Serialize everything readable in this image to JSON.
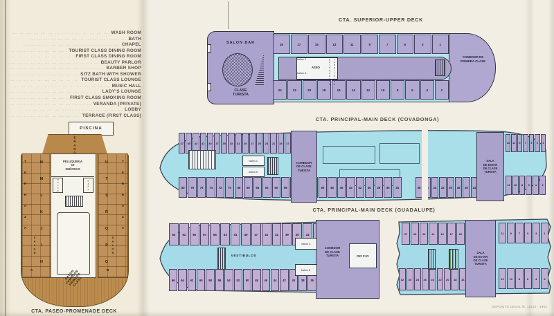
{
  "colors": {
    "cyan": "#aadfe9",
    "cabin_purple": "#b3a9d1",
    "band_purple": "#aba2cc",
    "deck_brown": "#bc8c4f",
    "paper": "#f2eee3",
    "paper_left": "#f0ebda",
    "ink": "#39404e"
  },
  "legend": {
    "items": [
      "WASH ROOM",
      "BATH",
      "CHAPEL",
      "TOURIST CLASS DINING ROOM",
      "FIRST CLASS DINING ROOM",
      "BEAUTY PARLOR",
      "BARBER SHOP",
      "SITZ BATH WITH SHOWER",
      "TOURIST CLASS LOUNGE",
      "MUSIC HALL",
      "LADY'S LOUNGE",
      "FIRST CLASS SMOKING ROOM",
      "VERANDA (PRIVATE)",
      "LOBBY",
      "TERRACE (FIRST CLASS)"
    ]
  },
  "promenade": {
    "caption": "CTA. PASEO-PROMENADE DECK",
    "piscina": "PISCINA",
    "veranda": "VERANDA",
    "peluqueria": "PELUQUERIA\n19\nSEÑORAS",
    "ducha": "ducha",
    "bano": "baño",
    "terraza": "TERRAZA",
    "salon": "SALON",
    "letter_b": "B",
    "smoking_room": "SALON\nFUMADOR\nPRIMERA\nCLASE",
    "letters_left": [
      "N",
      "M",
      "L",
      "K",
      "J",
      "I",
      "H"
    ],
    "letters_right": [
      "U",
      "T",
      "S",
      "R",
      "Q",
      "P",
      "O"
    ],
    "letter_bottom_left": "A",
    "letter_bottom_right": "B"
  },
  "deck_superior": {
    "title": "CTA. SUPERIOR-UPPER DECK",
    "salon_bar": "SALON BAR",
    "clase_turista": "CLASE\nTURISTA",
    "banos_c": "baños C",
    "banos_s": "baños S.",
    "aseo": "ASEO",
    "peluqueria": "peluqueria",
    "caballeros": "caballeros",
    "comedor": "COMEDOR DE\nPRIMERA CLASE",
    "cabins_top": [
      "19",
      "17",
      "15",
      "13",
      "11",
      "9",
      "7",
      "5",
      "3",
      "1"
    ],
    "cabins_bottom": [
      "24",
      "22",
      "20",
      "18",
      "16",
      "14",
      "12",
      "10",
      "8",
      "6",
      "4",
      "2"
    ]
  },
  "deck_covadonga": {
    "title": "CTA. PRINCIPAL-MAIN DECK (COVADONGA)",
    "comedor": "COMEDOR\nDE CLASE\nTURISTA",
    "sala": "SALA\nDE ESTAR\nDE CLASE\nTURISTA",
    "banos_c": "baños C",
    "banos_s": "baños S.",
    "cabins_top_left": [
      "47",
      "45",
      "43",
      "41",
      "39",
      "37",
      "35",
      "33",
      "31",
      "29",
      "27",
      "25",
      "23",
      "21",
      "19",
      "17"
    ],
    "cabins_bottom_left": [
      "80",
      "78",
      "76",
      "74",
      "72",
      "70",
      "68",
      "66",
      "64",
      "62",
      "60",
      "58",
      "56",
      "54",
      "52",
      "50",
      "48",
      "46",
      "44",
      "42",
      "40",
      "38",
      "36",
      "34"
    ],
    "cabins_bottom_mid": [
      "28",
      "26",
      "24",
      "22",
      "20",
      "18",
      "16",
      "14"
    ],
    "cabins_top_right": [
      "13",
      "11",
      "9",
      "7",
      "5",
      "3",
      "1"
    ],
    "cabins_bottom_right": [
      "12",
      "10",
      "8",
      "6",
      "4",
      "2"
    ]
  },
  "deck_guadalupe": {
    "title": "CTA. PRINCIPAL-MAIN DECK (GUADALUPE)",
    "vestibulos": "VESTIBULOS",
    "comedor": "COMEDOR\nDE CLASE\nTURISTA",
    "oficio": "OFICIO",
    "sala": "SALA\nDE ESTAR\nDE CLASE\nTURISTA",
    "banos_c": "baños C",
    "banos_s": "baños S.",
    "cabins_top_left": [
      "63",
      "61",
      "59",
      "57",
      "55",
      "53",
      "51",
      "49",
      "47",
      "43",
      "41",
      "39",
      "35",
      "33",
      "31"
    ],
    "cabins_bottom_left": [
      "66",
      "64",
      "62",
      "60",
      "58",
      "56",
      "54",
      "52",
      "50",
      "48",
      "46",
      "44",
      "42",
      "40",
      "38",
      "36",
      "34"
    ],
    "cabins_top_mid": [
      "27",
      "25",
      "23",
      "21",
      "19",
      "17",
      "15",
      "13"
    ],
    "cabins_bottom_mid": [
      "32",
      "30",
      "28",
      "26",
      "24",
      "22",
      "20",
      "18",
      "16",
      "14"
    ],
    "cabins_top_right": [
      "11",
      "9",
      "7",
      "5",
      "3",
      "1"
    ],
    "cabins_bottom_right": [
      "12",
      "10",
      "8",
      "6",
      "4",
      "2"
    ]
  },
  "fine_print": "DEPOSITO LEGAL M. 11610 - 1962"
}
